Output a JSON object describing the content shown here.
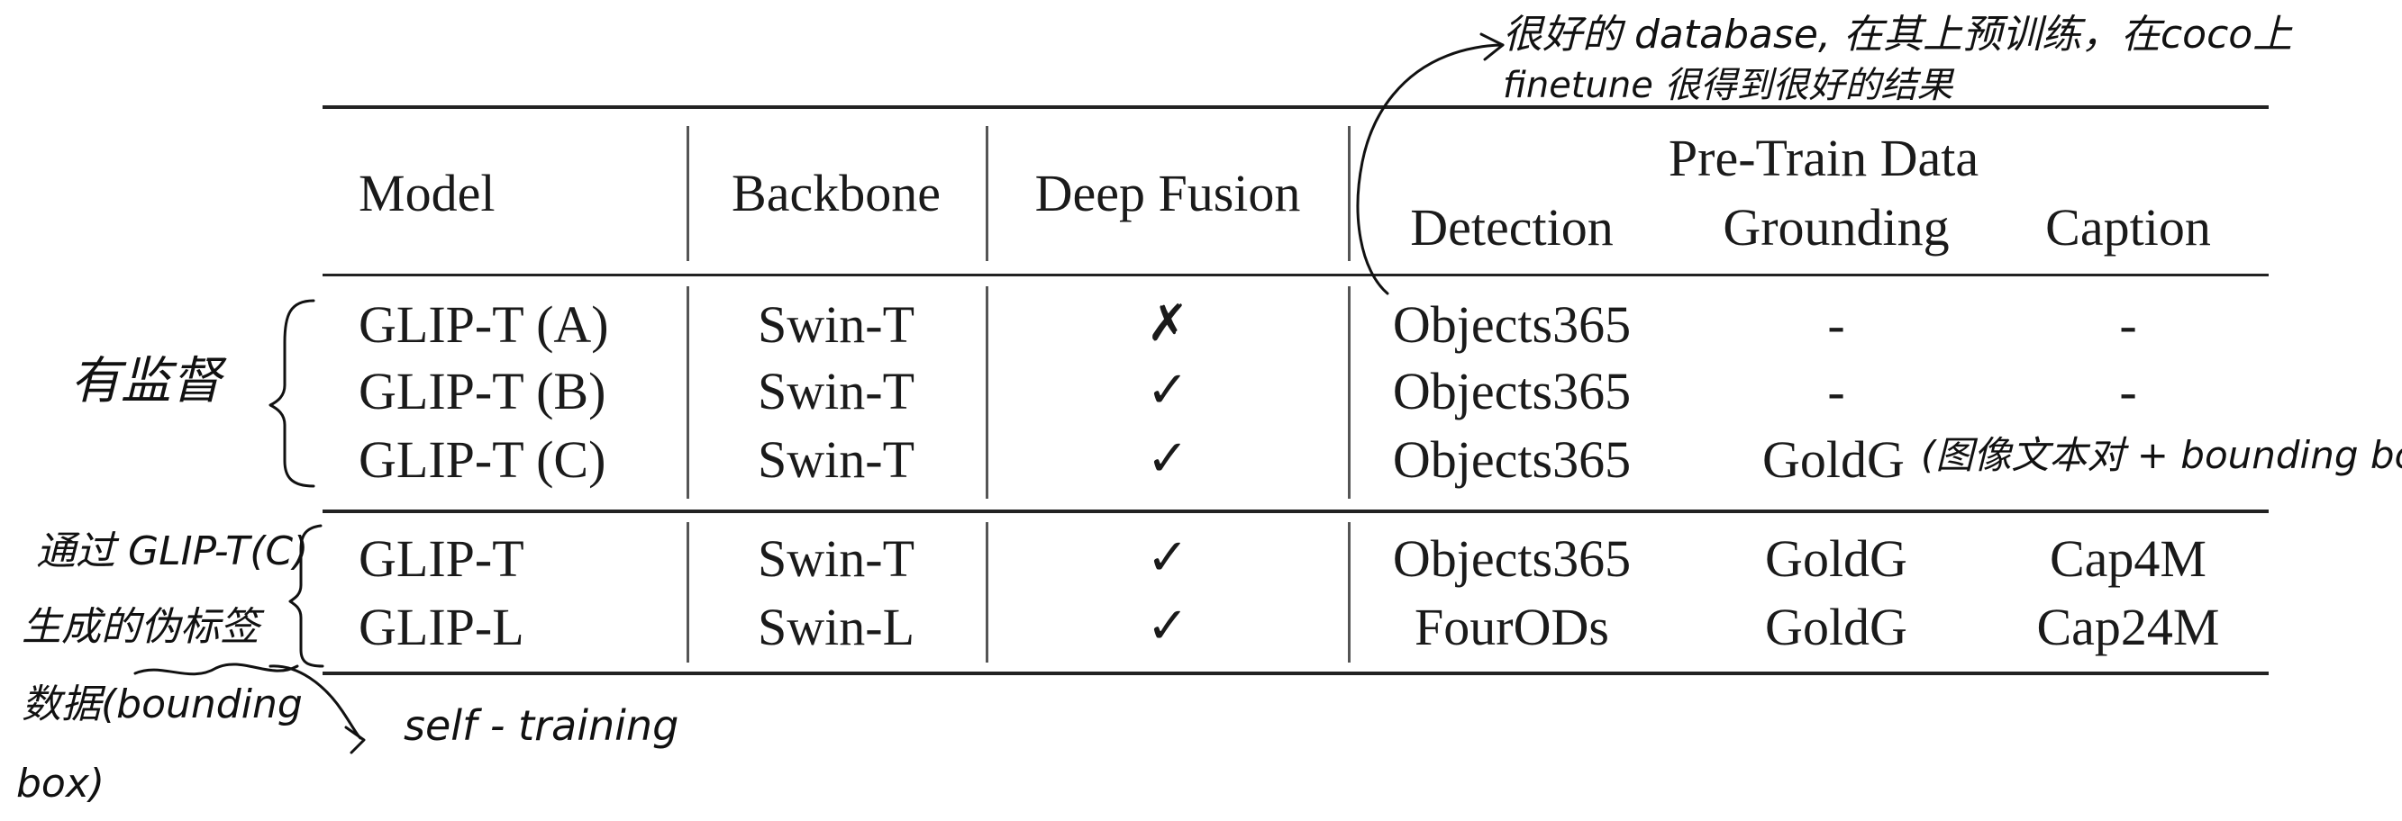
{
  "table": {
    "headers": {
      "model": "Model",
      "backbone": "Backbone",
      "deep_fusion": "Deep Fusion",
      "pretrain_group": "Pre-Train Data",
      "detection": "Detection",
      "grounding": "Grounding",
      "caption": "Caption"
    },
    "rows": [
      {
        "model": "GLIP-T (A)",
        "backbone": "Swin-T",
        "deep_fusion": "✗",
        "detection": "Objects365",
        "grounding": "-",
        "caption": "-"
      },
      {
        "model": "GLIP-T (B)",
        "backbone": "Swin-T",
        "deep_fusion": "✓",
        "detection": "Objects365",
        "grounding": "-",
        "caption": "-"
      },
      {
        "model": "GLIP-T (C)",
        "backbone": "Swin-T",
        "deep_fusion": "✓",
        "detection": "Objects365",
        "grounding": "GoldG",
        "caption": ""
      },
      {
        "model": "GLIP-T",
        "backbone": "Swin-T",
        "deep_fusion": "✓",
        "detection": "Objects365",
        "grounding": "GoldG",
        "caption": "Cap4M"
      },
      {
        "model": "GLIP-L",
        "backbone": "Swin-L",
        "deep_fusion": "✓",
        "detection": "FourODs",
        "grounding": "GoldG",
        "caption": "Cap24M"
      }
    ]
  },
  "annotations": {
    "top_note_line1": "很好的 database, 在其上预训练，在coco上",
    "top_note_line2": "finetune 很得到很好的结果",
    "left_supervised": "有监督",
    "left_glip_line1": "通过 GLIP-T(C)",
    "left_glip_line2": "生成的伪标签",
    "left_glip_line3": "数据(bounding",
    "left_glip_line4": "box)",
    "self_training": "self - training",
    "goldg_note": "(图像文本对 + bounding box"
  }
}
